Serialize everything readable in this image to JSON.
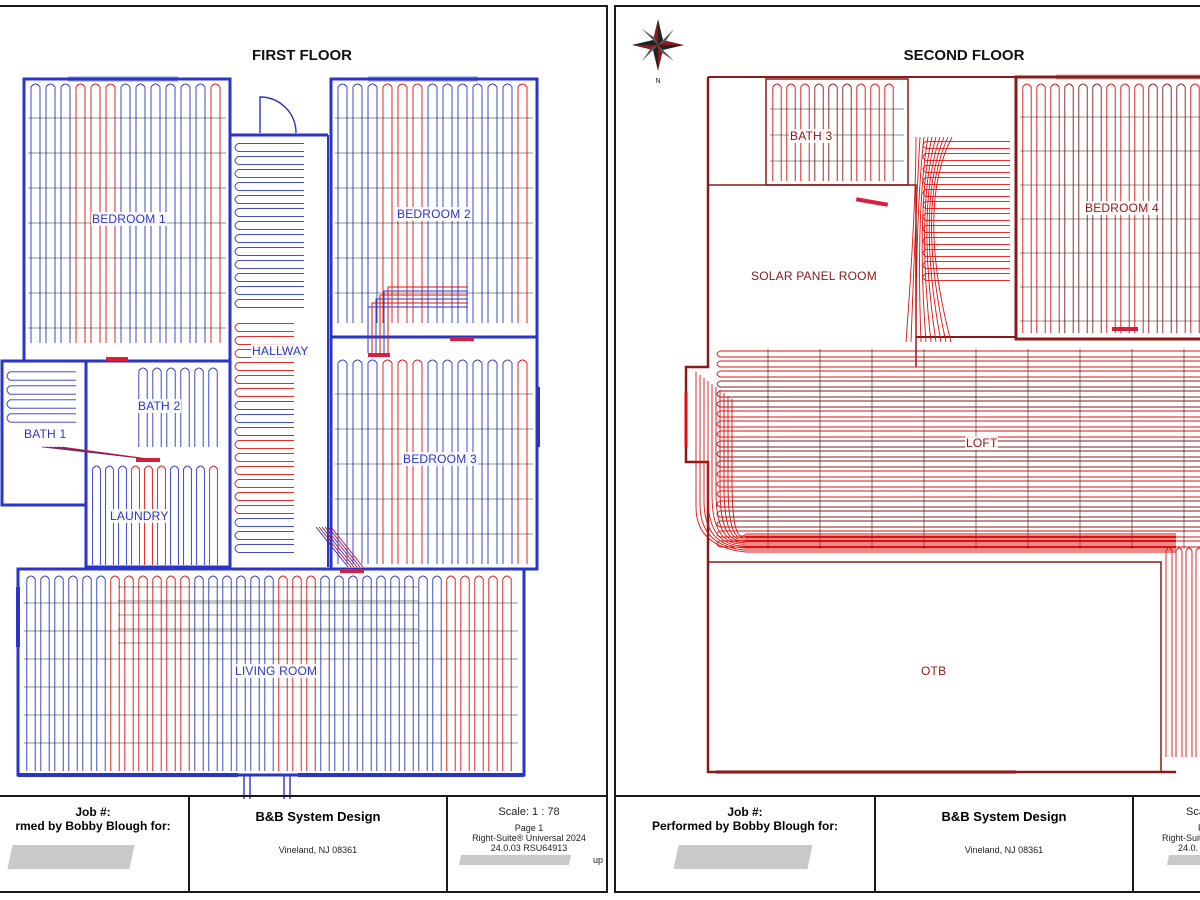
{
  "sheets": [
    {
      "floor_title": "FIRST FLOOR",
      "rooms": [
        "BEDROOM 1",
        "BEDROOM 2",
        "HALLWAY",
        "BATH 2",
        "BATH 1",
        "BEDROOM 3",
        "LAUNDRY",
        "LIVING ROOM"
      ],
      "title_block": {
        "job": "Job #:",
        "performed": "rmed by Bobby Blough for:",
        "company": "B&B System Design",
        "address": "Vineland, NJ 08361",
        "scale": "Scale: 1 : 78",
        "page": "Page 1",
        "software": "Right-Suite® Universal 2024",
        "version": "24.0.03 RSU64913",
        "trail": "up"
      },
      "colors": {
        "supply": "#2a35c8",
        "return": "#e01010"
      }
    },
    {
      "floor_title": "SECOND FLOOR",
      "compass_letter": "N",
      "rooms": [
        "BATH 3",
        "BEDROOM 4",
        "SOLAR PANEL ROOM",
        "LOFT",
        "OTB"
      ],
      "title_block": {
        "job": "Job #:",
        "performed": "Performed by Bobby Blough for:",
        "company": "B&B System Design",
        "address": "Vineland, NJ 08361",
        "scale": "Sca",
        "page": "F",
        "software": "Right-Suit",
        "version": "24.0."
      },
      "colors": {
        "walls": "#8a1a1a",
        "loops": "#e01010"
      }
    }
  ]
}
